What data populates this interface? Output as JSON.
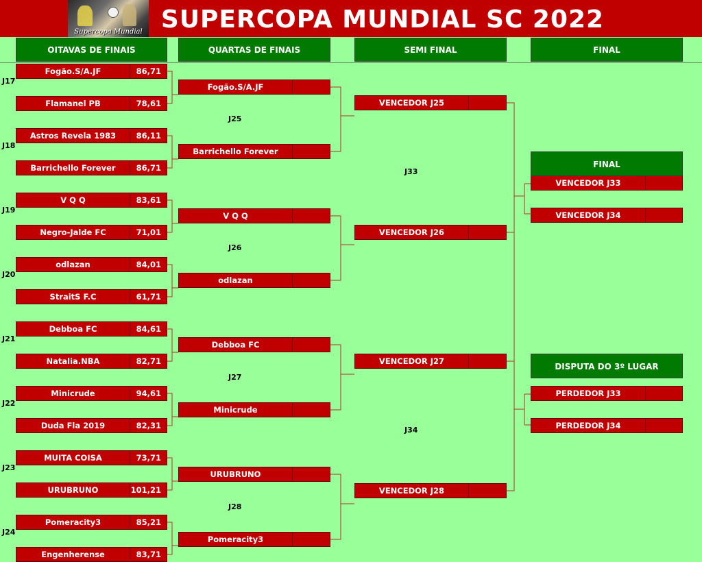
{
  "header": {
    "title": "SUPERCOPA MUNDIAL SC 2022",
    "logo_text": "Supercopa Mundial"
  },
  "columns": {
    "round_of_16": "OITAVAS DE FINAIS",
    "quarter_finals": "QUARTAS DE FINAIS",
    "semi_final": "SEMI FINAL",
    "final": "FINAL"
  },
  "round_of_16": [
    {
      "game": "J17",
      "teams": [
        {
          "name": "Fogão.S/A.JF",
          "score": "86,71"
        },
        {
          "name": "Flamanel PB",
          "score": "78,61"
        }
      ]
    },
    {
      "game": "J18",
      "teams": [
        {
          "name": "Astros Revela 1983",
          "score": "86,11"
        },
        {
          "name": "Barrichello Forever",
          "score": "86,71"
        }
      ]
    },
    {
      "game": "J19",
      "teams": [
        {
          "name": "V Q Q",
          "score": "83,61"
        },
        {
          "name": "Negro-Jalde FC",
          "score": "71,01"
        }
      ]
    },
    {
      "game": "J20",
      "teams": [
        {
          "name": "odlazan",
          "score": "84,01"
        },
        {
          "name": "StraitS F.C",
          "score": "61,71"
        }
      ]
    },
    {
      "game": "J21",
      "teams": [
        {
          "name": "Debboa FC",
          "score": "84,61"
        },
        {
          "name": "Natalia.NBA",
          "score": "82,71"
        }
      ]
    },
    {
      "game": "J22",
      "teams": [
        {
          "name": "Minicrude",
          "score": "94,61"
        },
        {
          "name": "Duda Fla 2019",
          "score": "82,31"
        }
      ]
    },
    {
      "game": "J23",
      "teams": [
        {
          "name": "MUITA COISA",
          "score": "73,71"
        },
        {
          "name": "URUBRUNO",
          "score": "101,21"
        }
      ]
    },
    {
      "game": "J24",
      "teams": [
        {
          "name": "Pomeracity3",
          "score": "85,21"
        },
        {
          "name": "Engenherense",
          "score": "83,71"
        }
      ]
    }
  ],
  "quarter_finals": [
    {
      "game": "J25",
      "teams": [
        {
          "name": "Fogão.S/A.JF",
          "score": ""
        },
        {
          "name": "Barrichello Forever",
          "score": ""
        }
      ]
    },
    {
      "game": "J26",
      "teams": [
        {
          "name": "V Q Q",
          "score": ""
        },
        {
          "name": "odlazan",
          "score": ""
        }
      ]
    },
    {
      "game": "J27",
      "teams": [
        {
          "name": "Debboa FC",
          "score": ""
        },
        {
          "name": "Minicrude",
          "score": ""
        }
      ]
    },
    {
      "game": "J28",
      "teams": [
        {
          "name": "URUBRUNO",
          "score": ""
        },
        {
          "name": "Pomeracity3",
          "score": ""
        }
      ]
    }
  ],
  "semi_finals": [
    {
      "game": "J33",
      "teams": [
        {
          "name": "VENCEDOR J25",
          "score": ""
        },
        {
          "name": "VENCEDOR J26",
          "score": ""
        }
      ]
    },
    {
      "game": "J34",
      "teams": [
        {
          "name": "VENCEDOR J27",
          "score": ""
        },
        {
          "name": "VENCEDOR J28",
          "score": ""
        }
      ]
    }
  ],
  "final": {
    "title": "FINAL",
    "teams": [
      {
        "name": "VENCEDOR J33",
        "score": ""
      },
      {
        "name": "VENCEDOR J34",
        "score": ""
      }
    ]
  },
  "third_place": {
    "title": "DISPUTA DO 3º LUGAR",
    "teams": [
      {
        "name": "PERDEDOR J33",
        "score": ""
      },
      {
        "name": "PERDEDOR J34",
        "score": ""
      }
    ]
  },
  "colors": {
    "background": "#99ff99",
    "header_red": "#c00000",
    "column_green": "#007a00",
    "team_red": "#c00000",
    "connector": "#b03030"
  }
}
